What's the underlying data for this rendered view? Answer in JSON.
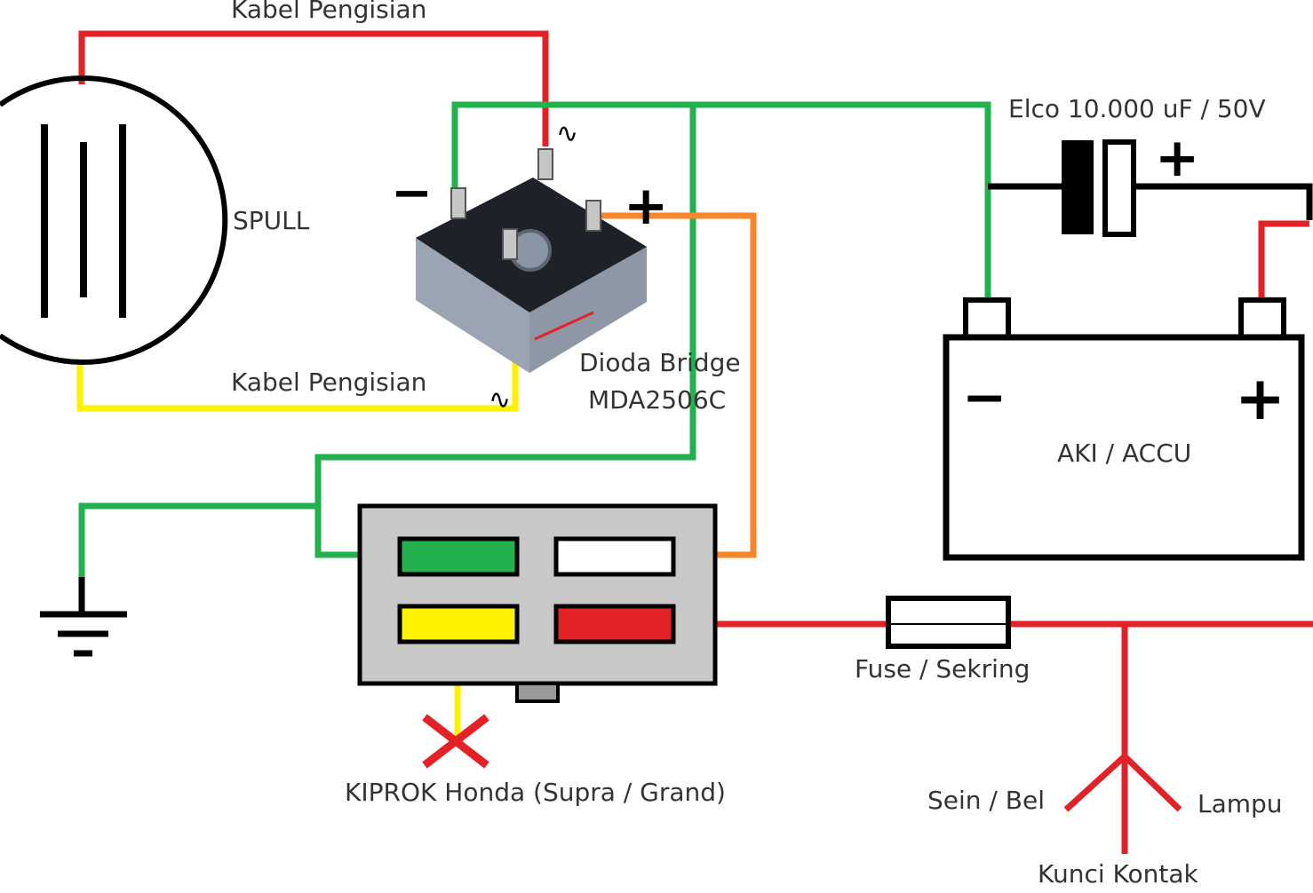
{
  "labels": {
    "kabel_top": "Kabel Pengisian",
    "kabel_bottom": "Kabel Pengisian",
    "spull": "SPULL",
    "elco": "Elco 10.000 uF / 50V",
    "dioda_line1": "Dioda Bridge",
    "dioda_line2": "MDA2506C",
    "aki": "AKI / ACCU",
    "fuse": "Fuse / Sekring",
    "kiprok": "KIPROK Honda (Supra / Grand)",
    "sein": "Sein / Bel",
    "lampu": "Lampu",
    "kunci": "Kunci Kontak"
  },
  "symbols": {
    "ac_top": "∿",
    "ac_bottom": "∿",
    "bridge_minus": "−",
    "bridge_plus": "+",
    "elco_plus": "+",
    "battery_minus": "−",
    "battery_plus": "+"
  },
  "colors": {
    "red": "#e32227",
    "green": "#22b14c",
    "yellow": "#fff200",
    "orange": "#f7862a",
    "black": "#000000",
    "regulator_body": "#c8c8c8",
    "regulator_white": "#ffffff"
  }
}
